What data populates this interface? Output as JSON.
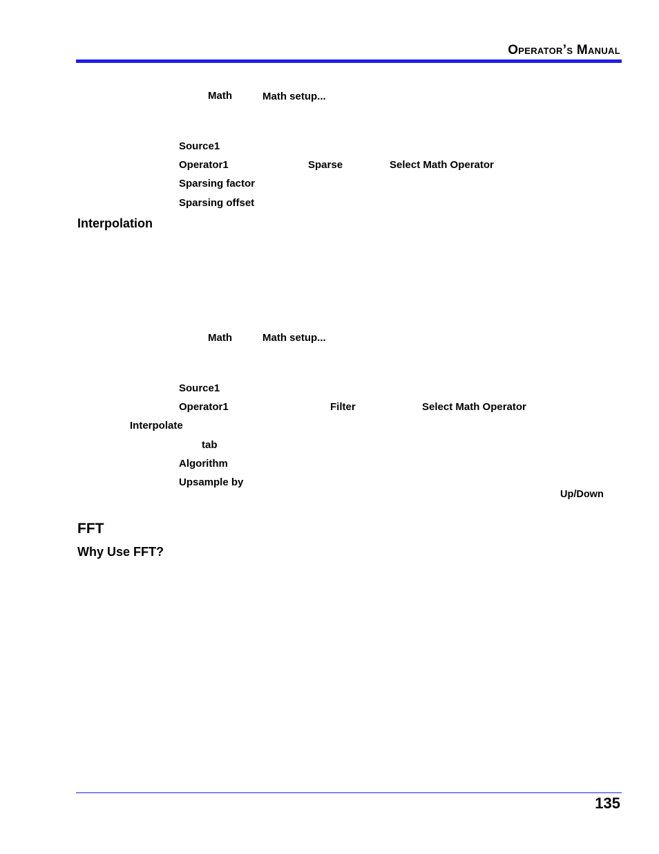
{
  "header": {
    "title": "Operator’s Manual",
    "rule_color": "#1f1fe6"
  },
  "sparse_section": {
    "menu": "Math",
    "menu_item": "Math setup...",
    "source": "Source1",
    "operator": "Operator1",
    "operator_value": "Sparse",
    "operator_menu": "Select Math Operator",
    "factor": "Sparsing factor",
    "offset": "Sparsing offset"
  },
  "interpolation": {
    "heading": "Interpolation",
    "menu": "Math",
    "menu_item": "Math setup...",
    "source": "Source1",
    "operator": "Operator1",
    "operator_value": "Filter",
    "operator_menu": "Select Math Operator",
    "interpolate": "Interpolate",
    "tab": "tab",
    "algorithm": "Algorithm",
    "upsample": "Upsample by",
    "updown": "Up/Down"
  },
  "fft": {
    "heading": "FFT",
    "subheading": "Why Use FFT?"
  },
  "footer": {
    "page_number": "135",
    "rule_color": "#1f1fe6"
  }
}
